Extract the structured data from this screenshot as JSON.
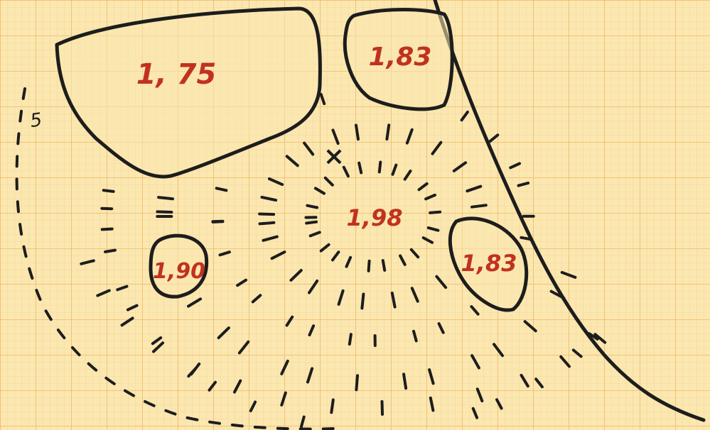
{
  "paper": {
    "background_color": "#fbe7b0",
    "grid_minor_color": "#f3c98a",
    "grid_major_color": "#eeae58",
    "ink_color": "#1d1d1d",
    "label_color": "#c0321f"
  },
  "regions": [
    {
      "id": "upper-left",
      "label": "1, 75"
    },
    {
      "id": "upper-middle",
      "label": "1,83"
    },
    {
      "id": "center-peak",
      "label": "1,98"
    },
    {
      "id": "lower-left",
      "label": "1,90"
    },
    {
      "id": "lower-right",
      "label": "1,83"
    }
  ],
  "marks": {
    "cross": "×",
    "edge_numeral": "5"
  }
}
